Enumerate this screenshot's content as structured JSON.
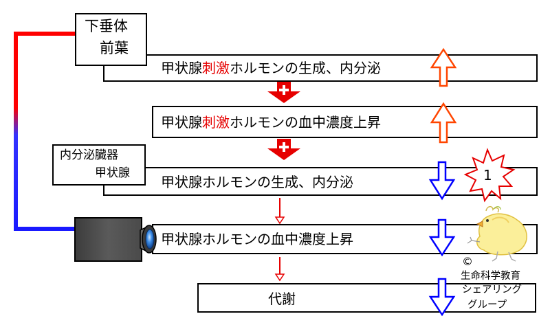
{
  "labels": {
    "pituitary_line1": "下垂体",
    "pituitary_line2": "前葉",
    "endocrine_line1": "内分泌臓器",
    "endocrine_line2": "甲状腺",
    "row1_a": "甲状腺",
    "row1_b": "刺激",
    "row1_c": "ホルモンの生成、内分泌",
    "row2_a": "甲状腺",
    "row2_b": "刺激",
    "row2_c": "ホルモンの血中濃度上昇",
    "row3": "甲状腺ホルモンの生成、内分泌",
    "row4": "甲状腺ホルモンの血中濃度上昇",
    "row5": "代謝",
    "badge": "1",
    "copyright_symbol": "©",
    "credit_line1": "生命科学教育",
    "credit_line2": "シェアリング",
    "credit_line3": "グループ"
  },
  "colors": {
    "stimulate": "#e60000",
    "increase_arrow": "#ff4500",
    "decrease_arrow": "#0000ff",
    "feedback_top": "#ff0000",
    "feedback_bottom": "#1a1aff"
  }
}
